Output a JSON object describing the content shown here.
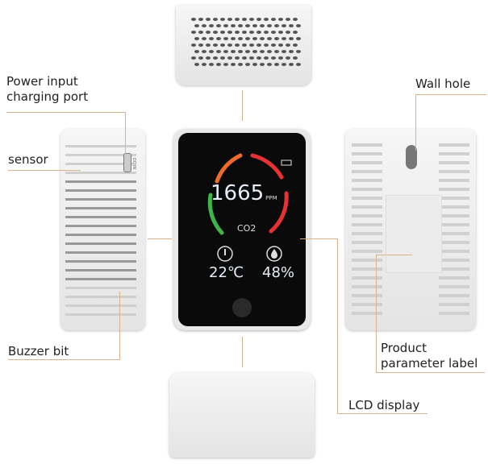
{
  "labels": {
    "power_port": "Power input\ncharging port",
    "sensor": "sensor",
    "buzzer": "Buzzer bit",
    "wall_hole": "Wall hole",
    "product_label": "Product\nparameter label",
    "lcd": "LCD display"
  },
  "screen": {
    "co2_value": "1665",
    "co2_unit": "PPM",
    "co2_label": "CO2",
    "temperature": "22℃",
    "humidity": "48%"
  },
  "port_text": "DC IN",
  "colors": {
    "leader_line": "#d8b48c",
    "arc_green": "#3cb64a",
    "arc_orange": "#f06a2a",
    "arc_red": "#e63232",
    "screen_bg": "#0a0a0a"
  }
}
